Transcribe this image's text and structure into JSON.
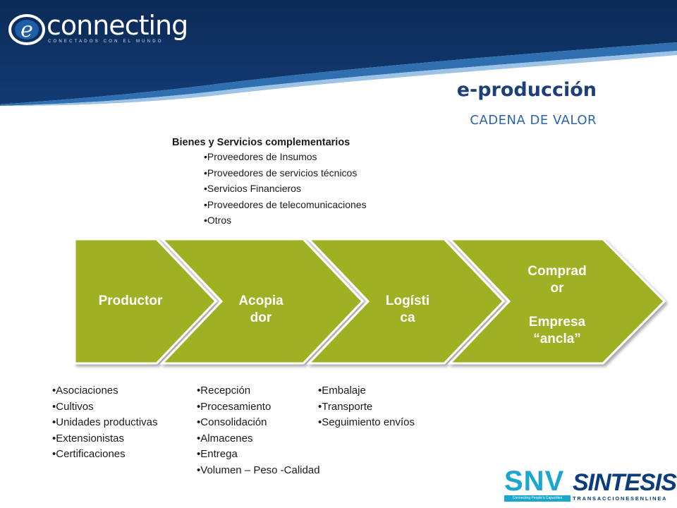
{
  "brand": {
    "name": "connecting",
    "tagline": "CONECTADOS CON EL MUNDO"
  },
  "slide": {
    "title": "e-producción",
    "subtitle": "CADENA DE VALOR"
  },
  "complementary": {
    "title": "Bienes y Servicios complementarios",
    "items": [
      "Proveedores de Insumos",
      "Proveedores de servicios técnicos",
      "Servicios Financieros",
      "Proveedores de telecomunicaciones",
      "Otros"
    ]
  },
  "chain": [
    {
      "label": "Productor"
    },
    {
      "label": "Acopia\ndor"
    },
    {
      "label": "Logísti\nca"
    },
    {
      "label": "Comprad\nor\n\nEmpresa\n“ancla”"
    }
  ],
  "details": {
    "productor": [
      "Asociaciones",
      "Cultivos",
      "Unidades productivas",
      "Extensionistas",
      "Certificaciones"
    ],
    "acopiador": [
      "Recepción",
      "Procesamiento",
      "Consolidación",
      "Almacenes",
      "Entrega",
      "Volumen – Peso -Calidad"
    ],
    "logistica": [
      "Embalaje",
      "Transporte",
      "Seguimiento envíos"
    ]
  },
  "partners": {
    "snv": {
      "name": "SNV",
      "tagline": "Connecting People's Capacities"
    },
    "sintesis": {
      "name": "SINTESIS",
      "tagline": "TRANSACCIONESENLINEA"
    }
  },
  "colors": {
    "chevron": "#9fb023",
    "header_dark": "#0b2a57",
    "header_mid": "#1f5b98",
    "title": "#1d3f7a"
  }
}
